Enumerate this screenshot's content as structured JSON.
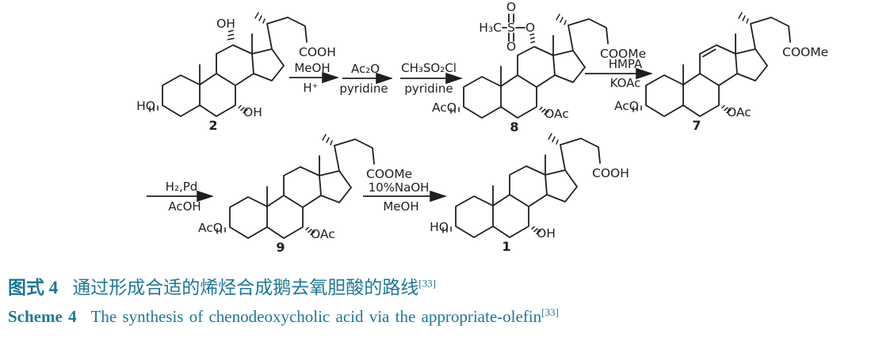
{
  "palette": {
    "ink": "#1f1f1f",
    "caption": "#1f7795",
    "background": "#ffffff"
  },
  "scheme": {
    "compounds": [
      {
        "key": "cholic-acid",
        "number": "2",
        "sub12": "OH",
        "sub3": "HO",
        "sub7": "OH",
        "chain_end": "COOH"
      },
      {
        "key": "mesylate-diacetate",
        "number": "8",
        "sub3": "AcO",
        "sub7": "OAc",
        "chain_end": "COOMe",
        "mesylate": {
          "methyl": "H₃C",
          "s": "S",
          "o_top": "O",
          "o_bottom": "O",
          "o_link": "O"
        }
      },
      {
        "key": "delta11-olefin",
        "number": "7",
        "sub3": "AcO",
        "sub7": "OAc",
        "chain_end": "COOMe",
        "olefin_delta11": true
      },
      {
        "key": "diacetate-ester",
        "number": "9",
        "sub3": "AcO",
        "sub7": "OAc",
        "chain_end": "COOMe"
      },
      {
        "key": "chenodeoxycholic-acid",
        "number": "1",
        "sub3": "HO",
        "sub7": "OH",
        "chain_end": "COOH"
      }
    ],
    "arrows": [
      {
        "above": "MeOH",
        "below": "H⁺"
      },
      {
        "above": "Ac₂O",
        "below": "pyridine"
      },
      {
        "above": "CH₃SO₂Cl",
        "below": "pyridine"
      },
      {
        "above": "HMPA",
        "below": "KOAc"
      },
      {
        "above": "H₂,Pd",
        "below": "AcOH"
      },
      {
        "above": "10%NaOH",
        "below": "MeOH"
      }
    ]
  },
  "caption": {
    "cn_label": "图式 4",
    "cn_text": "通过形成合适的烯烃合成鹅去氧胆酸的路线",
    "cn_ref": "[33]",
    "en_label": "Scheme 4",
    "en_text": "The synthesis of chenodeoxycholic acid via the appropriate-olefin",
    "en_ref": "[33]"
  }
}
